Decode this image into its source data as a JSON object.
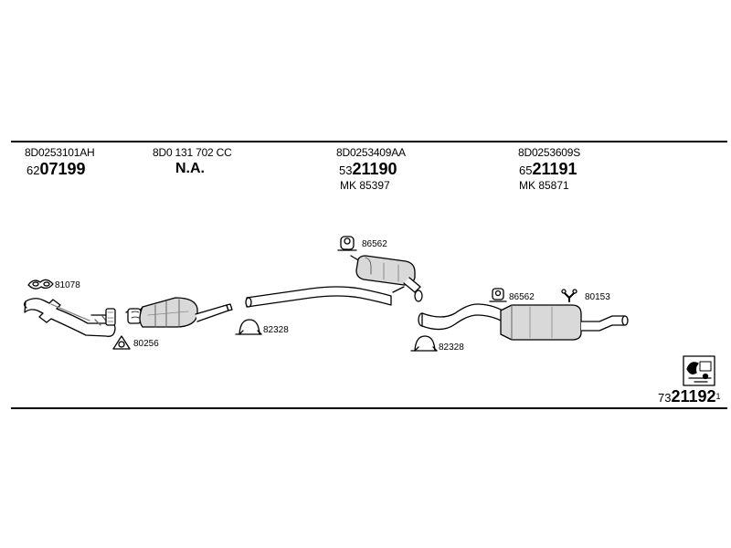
{
  "columns": [
    {
      "oem": "8D0253101AH",
      "prefix": "62",
      "number": "07199",
      "mk": ""
    },
    {
      "oem": "8D0 131 702 CC",
      "prefix": "",
      "number": "N.A.",
      "mk": ""
    },
    {
      "oem": "8D0253409AA",
      "prefix": "53",
      "number": "21190",
      "mk": "MK  85397"
    },
    {
      "oem": "8D0253609S",
      "prefix": "65",
      "number": "21191",
      "mk": "MK  85871"
    }
  ],
  "callouts": {
    "c81078": "81078",
    "c80256": "80256",
    "c82328a": "82328",
    "c86562a": "86562",
    "c86562b": "86562",
    "c80153": "80153",
    "c82328b": "82328"
  },
  "catalog": {
    "prefix": "73",
    "number": "21192",
    "suffix": "1"
  },
  "colors": {
    "ink": "#000000",
    "metal": "#d9d9d9",
    "shade": "#9a9a9a"
  }
}
